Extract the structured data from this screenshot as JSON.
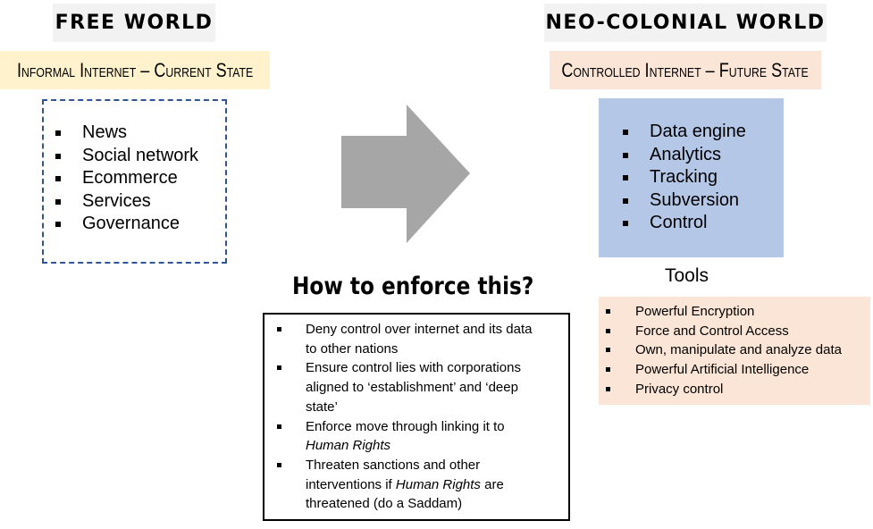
{
  "left": {
    "title": "FREE WORLD",
    "subtitle": "Informal Internet – Current State",
    "items": [
      "News",
      "Social network",
      "Ecommerce",
      "Services",
      "Governance"
    ]
  },
  "right": {
    "title": "NEO-COLONIAL WORLD",
    "subtitle": "Controlled Internet – Future State",
    "items": [
      "Data engine",
      "Analytics",
      "Tracking",
      "Subversion",
      "Control"
    ],
    "tools_label": "Tools",
    "tools": [
      "Powerful Encryption",
      "Force and Control Access",
      "Own, manipulate and analyze data",
      "Powerful Artificial Intelligence",
      "Privacy control"
    ]
  },
  "enforce": {
    "heading": "How to enforce this?",
    "items": [
      {
        "a": "Deny control over internet and its data to other nations"
      },
      {
        "a": "Ensure control lies with corporations aligned to ‘establishment’ and ‘deep state’"
      },
      {
        "a": "Enforce move through linking it to ",
        "i": "Human Rights"
      },
      {
        "a": "Threaten sanctions and other interventions if ",
        "i": "Human Rights",
        "b": " are threatened (do a Saddam)"
      }
    ]
  },
  "colors": {
    "left_sub_bg": "#fff2cc",
    "right_sub_bg": "#fbe5d6",
    "blue_box": "#b4c7e7",
    "dash": "#2f5597",
    "arrow": "#a6a6a6"
  }
}
